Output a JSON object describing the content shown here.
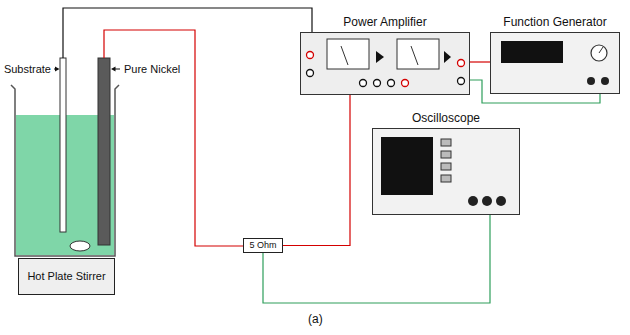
{
  "diagram": {
    "caption": "(a)",
    "nodes": [
      {
        "text": [
          "Power Amplifier"
        ]
      },
      {
        "text": [
          "Function Generator"
        ]
      },
      {
        "text": [
          "Oscilloscope"
        ]
      },
      {
        "text": [
          "5 Ohm"
        ]
      },
      {
        "text": [
          "Hot Plate Stirrer"
        ]
      }
    ],
    "edges": [
      {
        "from": 0,
        "to": 3,
        "arrow": "none"
      },
      {
        "from": 3,
        "to": 2,
        "arrow": "none"
      },
      {
        "from": 1,
        "to": 0,
        "arrow": "none"
      },
      {
        "from": 1,
        "to": 0,
        "arrow": "none"
      }
    ],
    "labels": [
      "Substrate",
      "Pure Nickel"
    ]
  }
}
